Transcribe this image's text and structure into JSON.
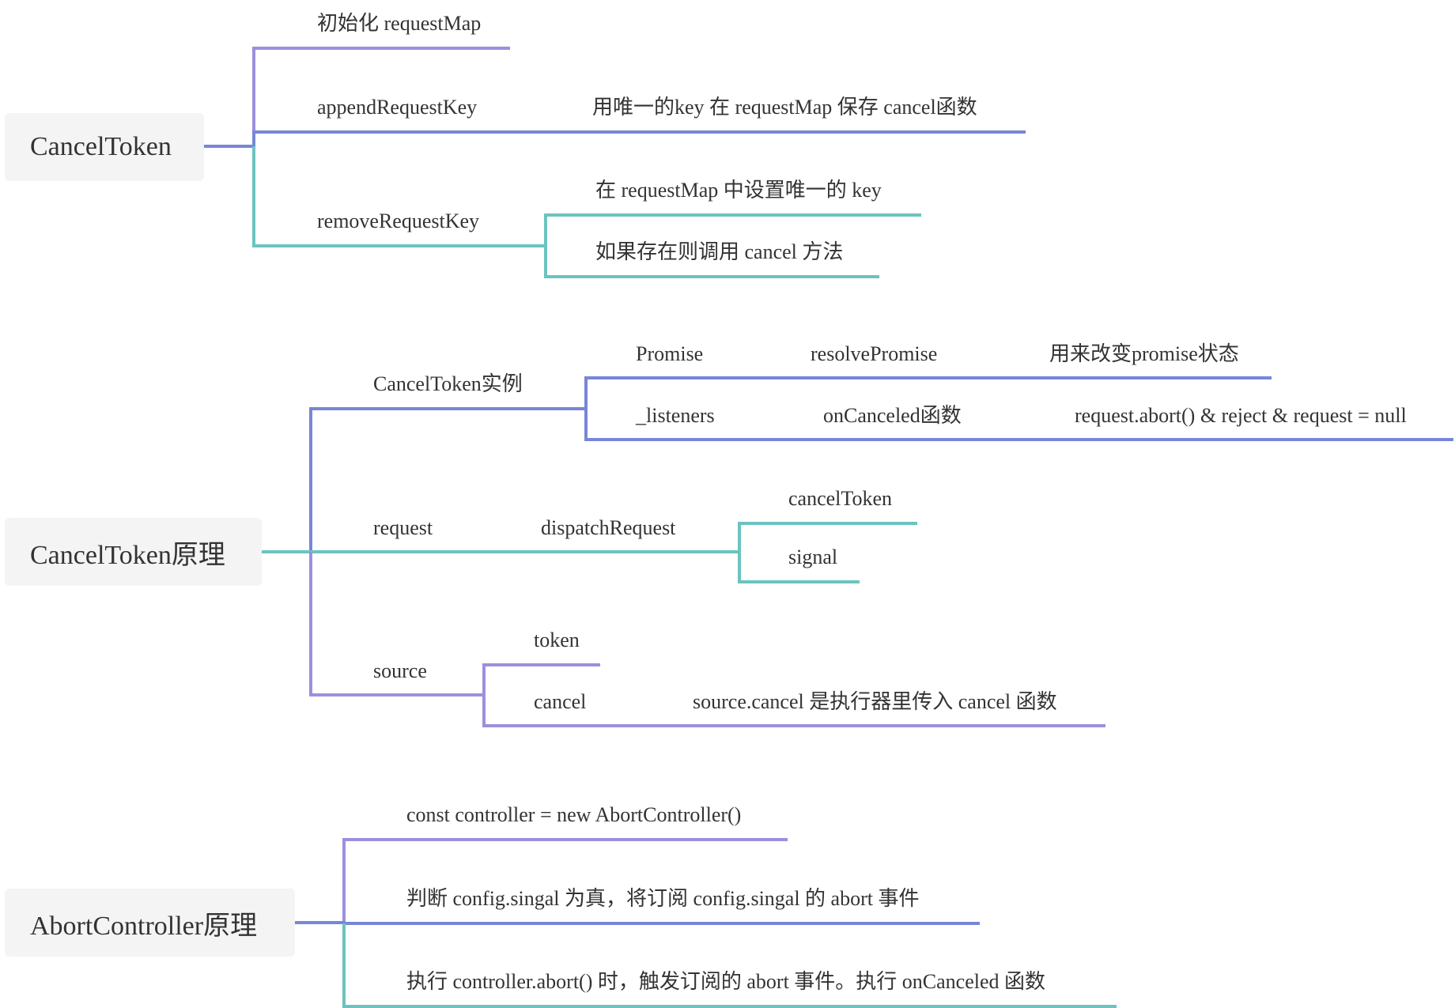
{
  "colors": {
    "purple": "#9d8fdd",
    "blue": "#7886d7",
    "teal": "#6cc3bf",
    "root_bg": "#f4f4f4",
    "text": "#333333"
  },
  "map1": {
    "root": "CancelToken",
    "branch1": {
      "label": "初始化 requestMap"
    },
    "branch2": {
      "label": "appendRequestKey",
      "child": "用唯一的key 在 requestMap 保存 cancel函数"
    },
    "branch3": {
      "label": "removeRequestKey",
      "child1": "在 requestMap 中设置唯一的 key",
      "child2": "如果存在则调用 cancel 方法"
    }
  },
  "map2": {
    "root": "CancelToken原理",
    "instance": {
      "label": "CancelToken实例",
      "row1": {
        "a": "Promise",
        "b": "resolvePromise",
        "c": "用来改变promise状态"
      },
      "row2": {
        "a": "_listeners",
        "b": "onCanceled函数",
        "c": "request.abort() & reject & request = null"
      }
    },
    "request": {
      "label": "request",
      "child": "dispatchRequest",
      "grandchild1": "cancelToken",
      "grandchild2": "signal"
    },
    "source": {
      "label": "source",
      "child1": "token",
      "child2": "cancel",
      "child2_note": "source.cancel 是执行器里传入 cancel 函数"
    }
  },
  "map3": {
    "root": "AbortController原理",
    "branch1": "const controller = new AbortController()",
    "branch2": "判断 config.singal 为真，将订阅 config.singal 的 abort 事件",
    "branch3": "执行 controller.abort() 时，触发订阅的 abort 事件。执行 onCanceled 函数"
  }
}
